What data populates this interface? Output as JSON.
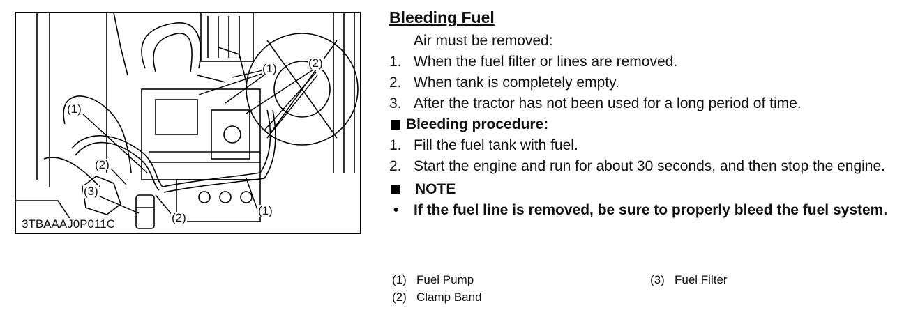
{
  "figure": {
    "id_label": "3TBAAAJ0P011C",
    "callouts": [
      "(1)",
      "(2)",
      "(1)",
      "(2)",
      "(3)",
      "(2)",
      "(1)"
    ]
  },
  "section": {
    "title": "Bleeding Fuel",
    "intro": "Air must be removed:",
    "conditions": [
      {
        "num": "1.",
        "text": "When the fuel filter or lines are removed."
      },
      {
        "num": "2.",
        "text": "When tank is completely empty."
      },
      {
        "num": "3.",
        "text": "After the tractor has not been used for a long period of time."
      }
    ],
    "procedure_heading": "Bleeding procedure:",
    "procedure": [
      {
        "num": "1.",
        "text": "Fill the fuel tank with fuel."
      },
      {
        "num": "2.",
        "text": "Start the engine and run for about 30 seconds, and then stop the engine."
      }
    ],
    "note_heading": "NOTE",
    "note_bullet": "•",
    "note_text": "If the fuel line is removed, be sure to properly bleed the fuel system."
  },
  "legend": [
    {
      "num": "(1)",
      "label": "Fuel Pump"
    },
    {
      "num": "(2)",
      "label": "Clamp Band"
    },
    {
      "num": "(3)",
      "label": "Fuel Filter"
    }
  ]
}
